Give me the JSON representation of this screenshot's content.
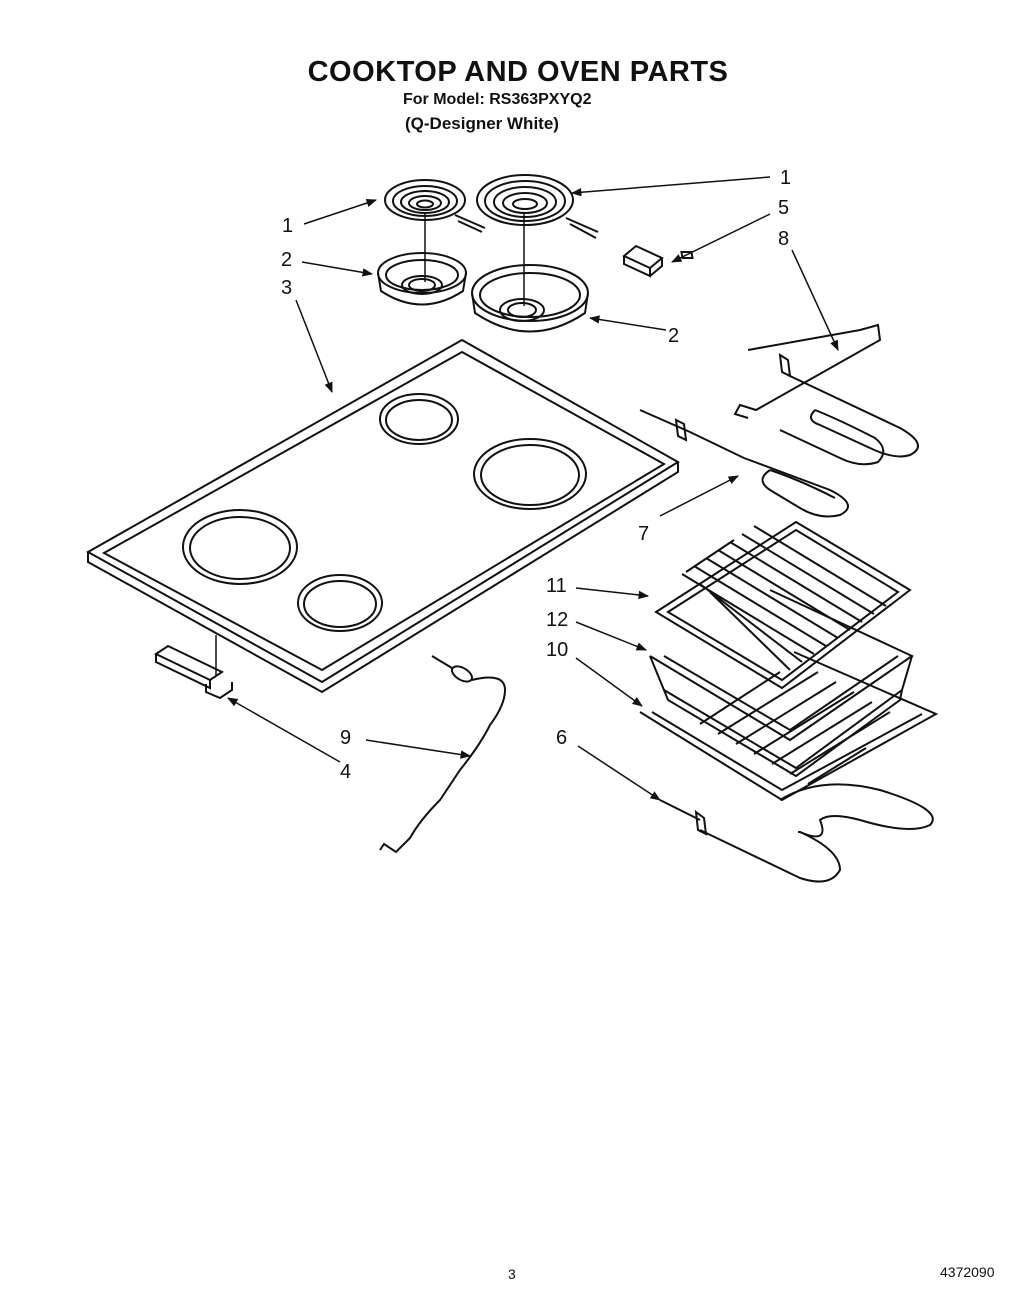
{
  "header": {
    "title": "COOKTOP AND OVEN PARTS",
    "model_line": "For Model: RS363PXYQ2",
    "color_line": "(Q-Designer White)"
  },
  "callouts": {
    "c1a": "1",
    "c1b": "1",
    "c2a": "2",
    "c2b": "2",
    "c3": "3",
    "c4": "4",
    "c5": "5",
    "c6": "6",
    "c7": "7",
    "c8": "8",
    "c9": "9",
    "c10": "10",
    "c11": "11",
    "c12": "12"
  },
  "footer": {
    "page_number": "3",
    "document_number": "4372090"
  }
}
